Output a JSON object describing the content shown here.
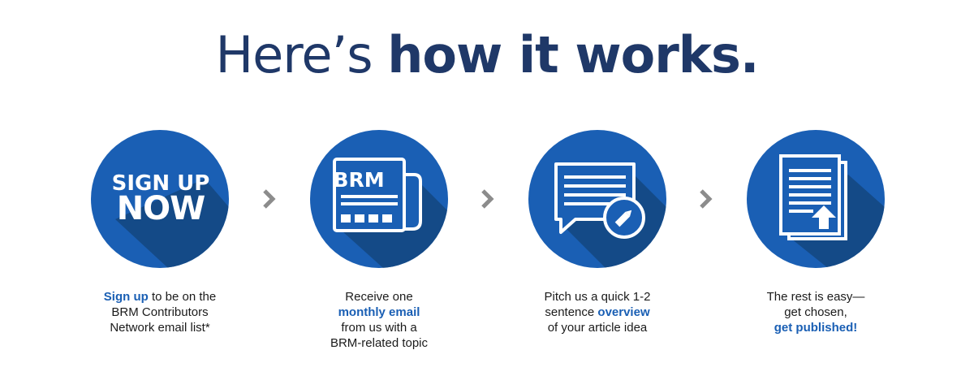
{
  "headline": {
    "light": "Here’s ",
    "bold": "how it works."
  },
  "steps": [
    {
      "badge_line1": "SIGN UP",
      "badge_line2": "NOW",
      "caption": {
        "l1_hl": "Sign up",
        "l1_rest": " to be on the",
        "l2": "BRM Contributors",
        "l3": "Network email list*"
      }
    },
    {
      "icon_text": "BRM",
      "caption": {
        "l1": "Receive one",
        "l2_hl": "monthly email",
        "l3": "from us with a",
        "l4": "BRM-related topic"
      }
    },
    {
      "caption": {
        "l1": "Pitch us a quick 1-2",
        "l2_pre": "sentence ",
        "l2_hl": "overview",
        "l3": "of your article idea"
      }
    },
    {
      "caption": {
        "l1": "The rest is easy—",
        "l2": "get chosen,",
        "l3_hl": "get published!"
      }
    }
  ],
  "colors": {
    "brand_blue": "#1a5fb4",
    "shadow_blue": "#14467f",
    "headline_navy": "#1f3868",
    "arrow_gray": "#8c8c8c"
  },
  "icons": [
    "sign-up-badge",
    "newspaper-icon",
    "speech-bubble-pencil-icon",
    "document-upload-icon",
    "chevron-right-icon"
  ]
}
